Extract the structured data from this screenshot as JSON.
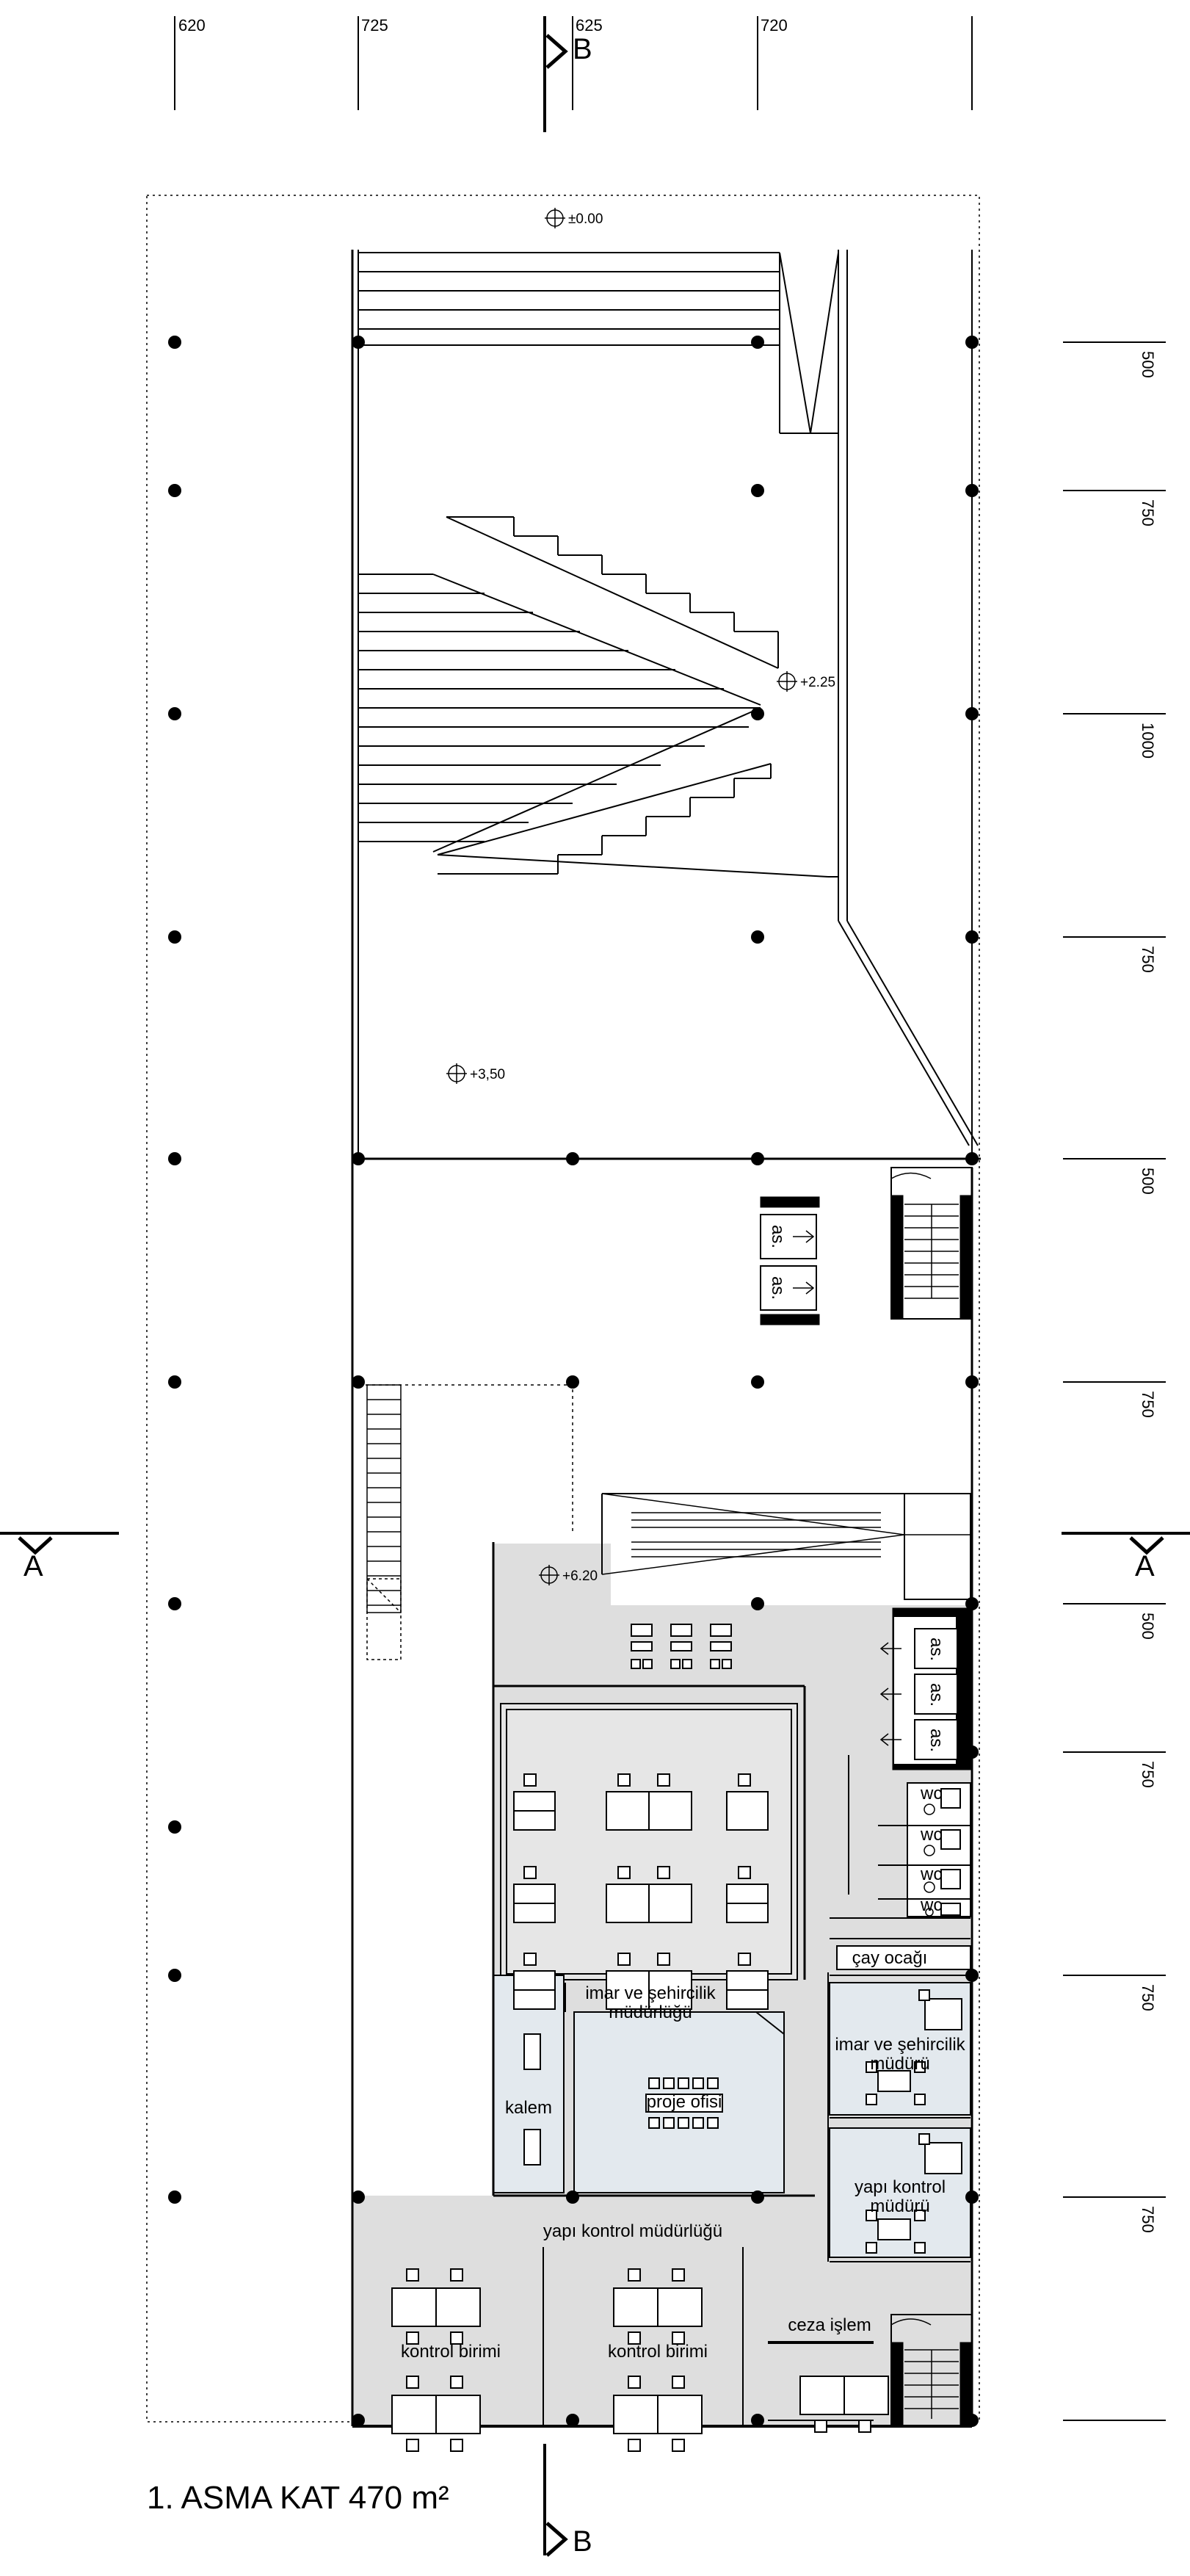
{
  "title": "1.  ASMA KAT 470 m²",
  "dimensions_top": [
    "620",
    "725",
    "625",
    "720"
  ],
  "dimensions_right": [
    "500",
    "750",
    "1000",
    "750",
    "500",
    "750",
    "500",
    "750",
    "750",
    "750"
  ],
  "section_marks": {
    "b_top": "B",
    "b_bottom": "B",
    "a_left": "A",
    "a_right": "A"
  },
  "elevations": {
    "e000": "±0.00",
    "e225": "+2.25",
    "e350": "+3,50",
    "e620": "+6.20"
  },
  "rooms": {
    "as1": "as.",
    "as2": "as.",
    "as3": "as.",
    "as4": "as.",
    "as5": "as.",
    "wc1": "wc",
    "wc2": "wc",
    "wc3": "wc",
    "wc4": "wc",
    "cay": "çay ocağı",
    "imar_mud_1": "imar ve şehircilik",
    "imar_mud_2": "müdürlüğü",
    "imar_dir_1": "imar ve şehircilik",
    "imar_dir_2": "müdürü",
    "yapi_dir_1": "yapı kontrol",
    "yapi_dir_2": "müdürü",
    "kalem": "kalem",
    "proje": "proje ofisi",
    "yapi_mud": "yapı kontrol müdürlüğü",
    "kontrol1": "kontrol birimi",
    "kontrol2": "kontrol birimi",
    "ceza": "ceza işlem"
  }
}
